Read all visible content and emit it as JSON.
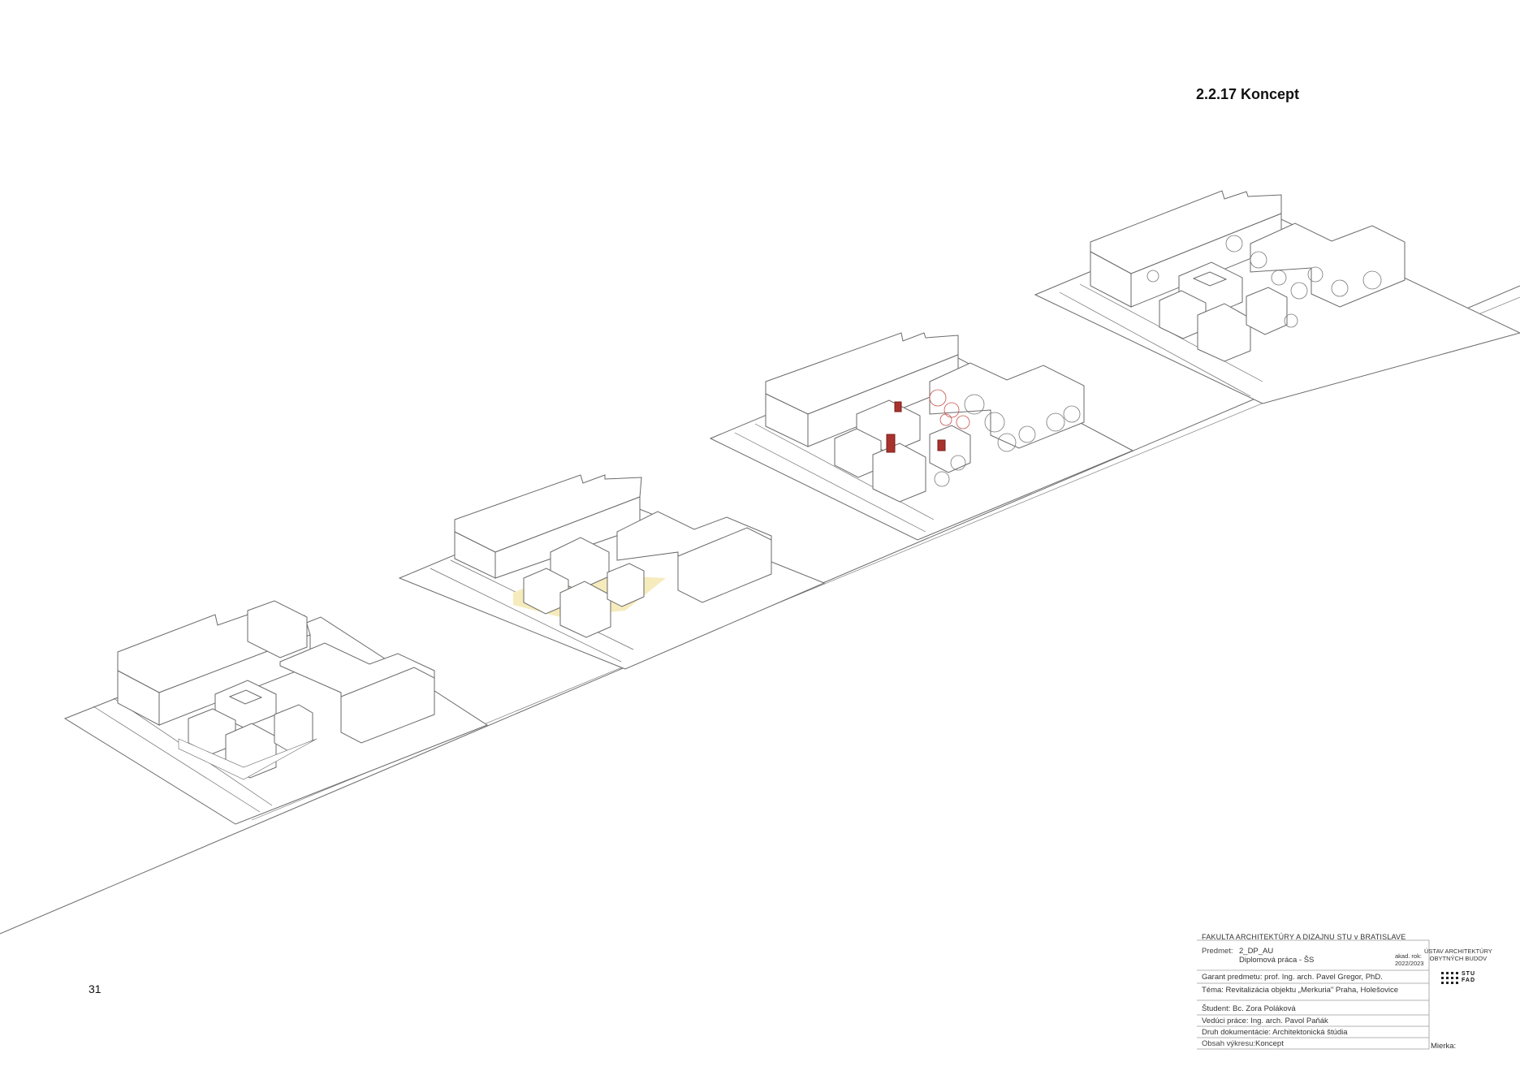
{
  "page": {
    "title": "2.2.17 Koncept",
    "page_number": "31"
  },
  "title_block": {
    "school": "FAKULTA ARCHITEKTÚRY A DIZAJNU STU v BRATISLAVE",
    "subject_label": "Predmet:",
    "subject_code": "2_DP_AU",
    "subject_name": "Diplomová práca - ŠS",
    "year_label": "akad. rok:",
    "year_value": "2022/2023",
    "department_line1": "ÚSTAV ARCHITEKTÚRY",
    "department_line2": "OBYTNÝCH BUDOV",
    "logo_line1": "STU",
    "logo_line2": "FAD",
    "guarantor": "Garant predmetu: prof. Ing. arch. Pavel Gregor, PhD.",
    "topic": "Téma: Revitalizácia objektu „Merkuria\" Praha, Holešovice",
    "student": "Študent: Bc. Zora Poláková",
    "supervisor": "Vedúci práce: Ing. arch. Pavol Paňák",
    "doc_type": "Druh dokumentácie: Architektonická štúdia",
    "drawing_content_label": "Obsah výkresu:",
    "drawing_content": "Koncept",
    "scale_label": "Mierka:"
  },
  "accent_colors": {
    "line": "#6a6a6a",
    "highlight_yellow": "#f6ebbc",
    "brick_red": "#a8322c",
    "tree_red": "#c4524b"
  }
}
